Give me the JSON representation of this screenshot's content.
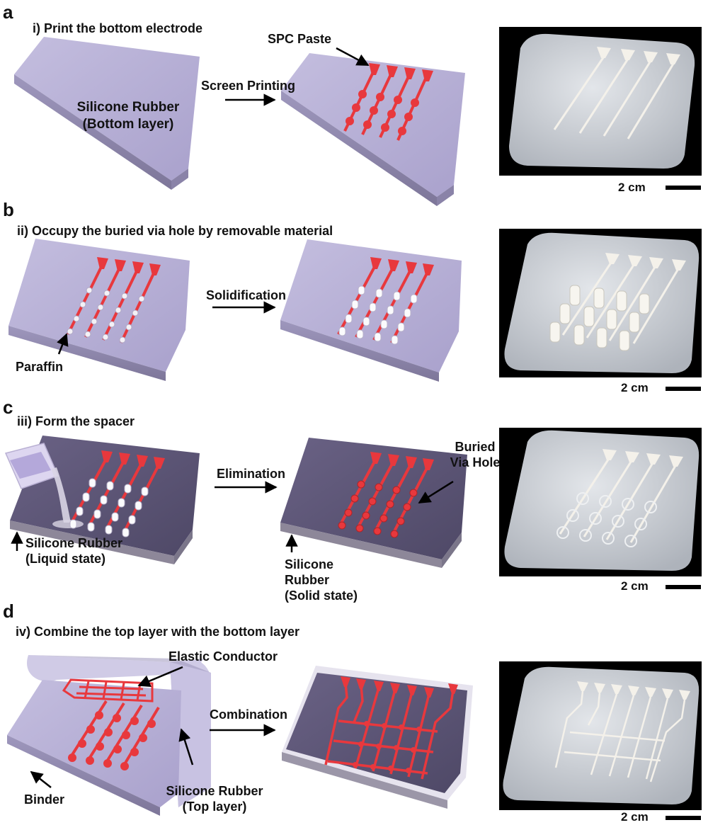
{
  "colors": {
    "slab_light": "#b9b2d8",
    "slab_dark": "#585070",
    "electrode": "#e8383d",
    "photo_bg": "#000000",
    "sheet": "#c9cdd4"
  },
  "panels": [
    {
      "letter": "a",
      "title": "i) Print the bottom electrode",
      "labels": {
        "material": "Silicone Rubber\n(Bottom layer)",
        "process": "Screen Printing",
        "callout": "SPC Paste"
      },
      "scale": "2 cm"
    },
    {
      "letter": "b",
      "title": "ii) Occupy the buried via hole by removable material",
      "labels": {
        "process": "Solidification",
        "callout": "Paraffin"
      },
      "scale": "2 cm"
    },
    {
      "letter": "c",
      "title": "iii) Form the spacer",
      "labels": {
        "process": "Elimination",
        "left_material": "Silicone Rubber\n(Liquid state)",
        "callout": "Buried\nVia Hole",
        "right_material": "Silicone\nRubber\n(Solid state)"
      },
      "scale": "2 cm"
    },
    {
      "letter": "d",
      "title": "iv) Combine the top layer with the bottom layer",
      "labels": {
        "conductor": "Elastic Conductor",
        "process": "Combination",
        "binder": "Binder",
        "top_layer": "Silicone Rubber\n(Top layer)"
      },
      "scale": "2 cm"
    }
  ]
}
